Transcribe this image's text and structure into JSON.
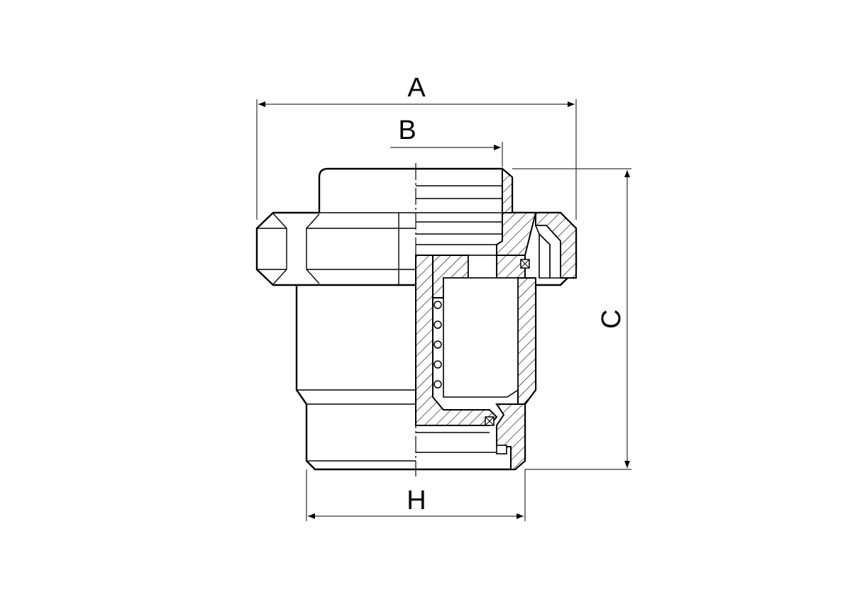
{
  "dimensions": {
    "a": "A",
    "b": "B",
    "c": "C",
    "h": "H"
  }
}
